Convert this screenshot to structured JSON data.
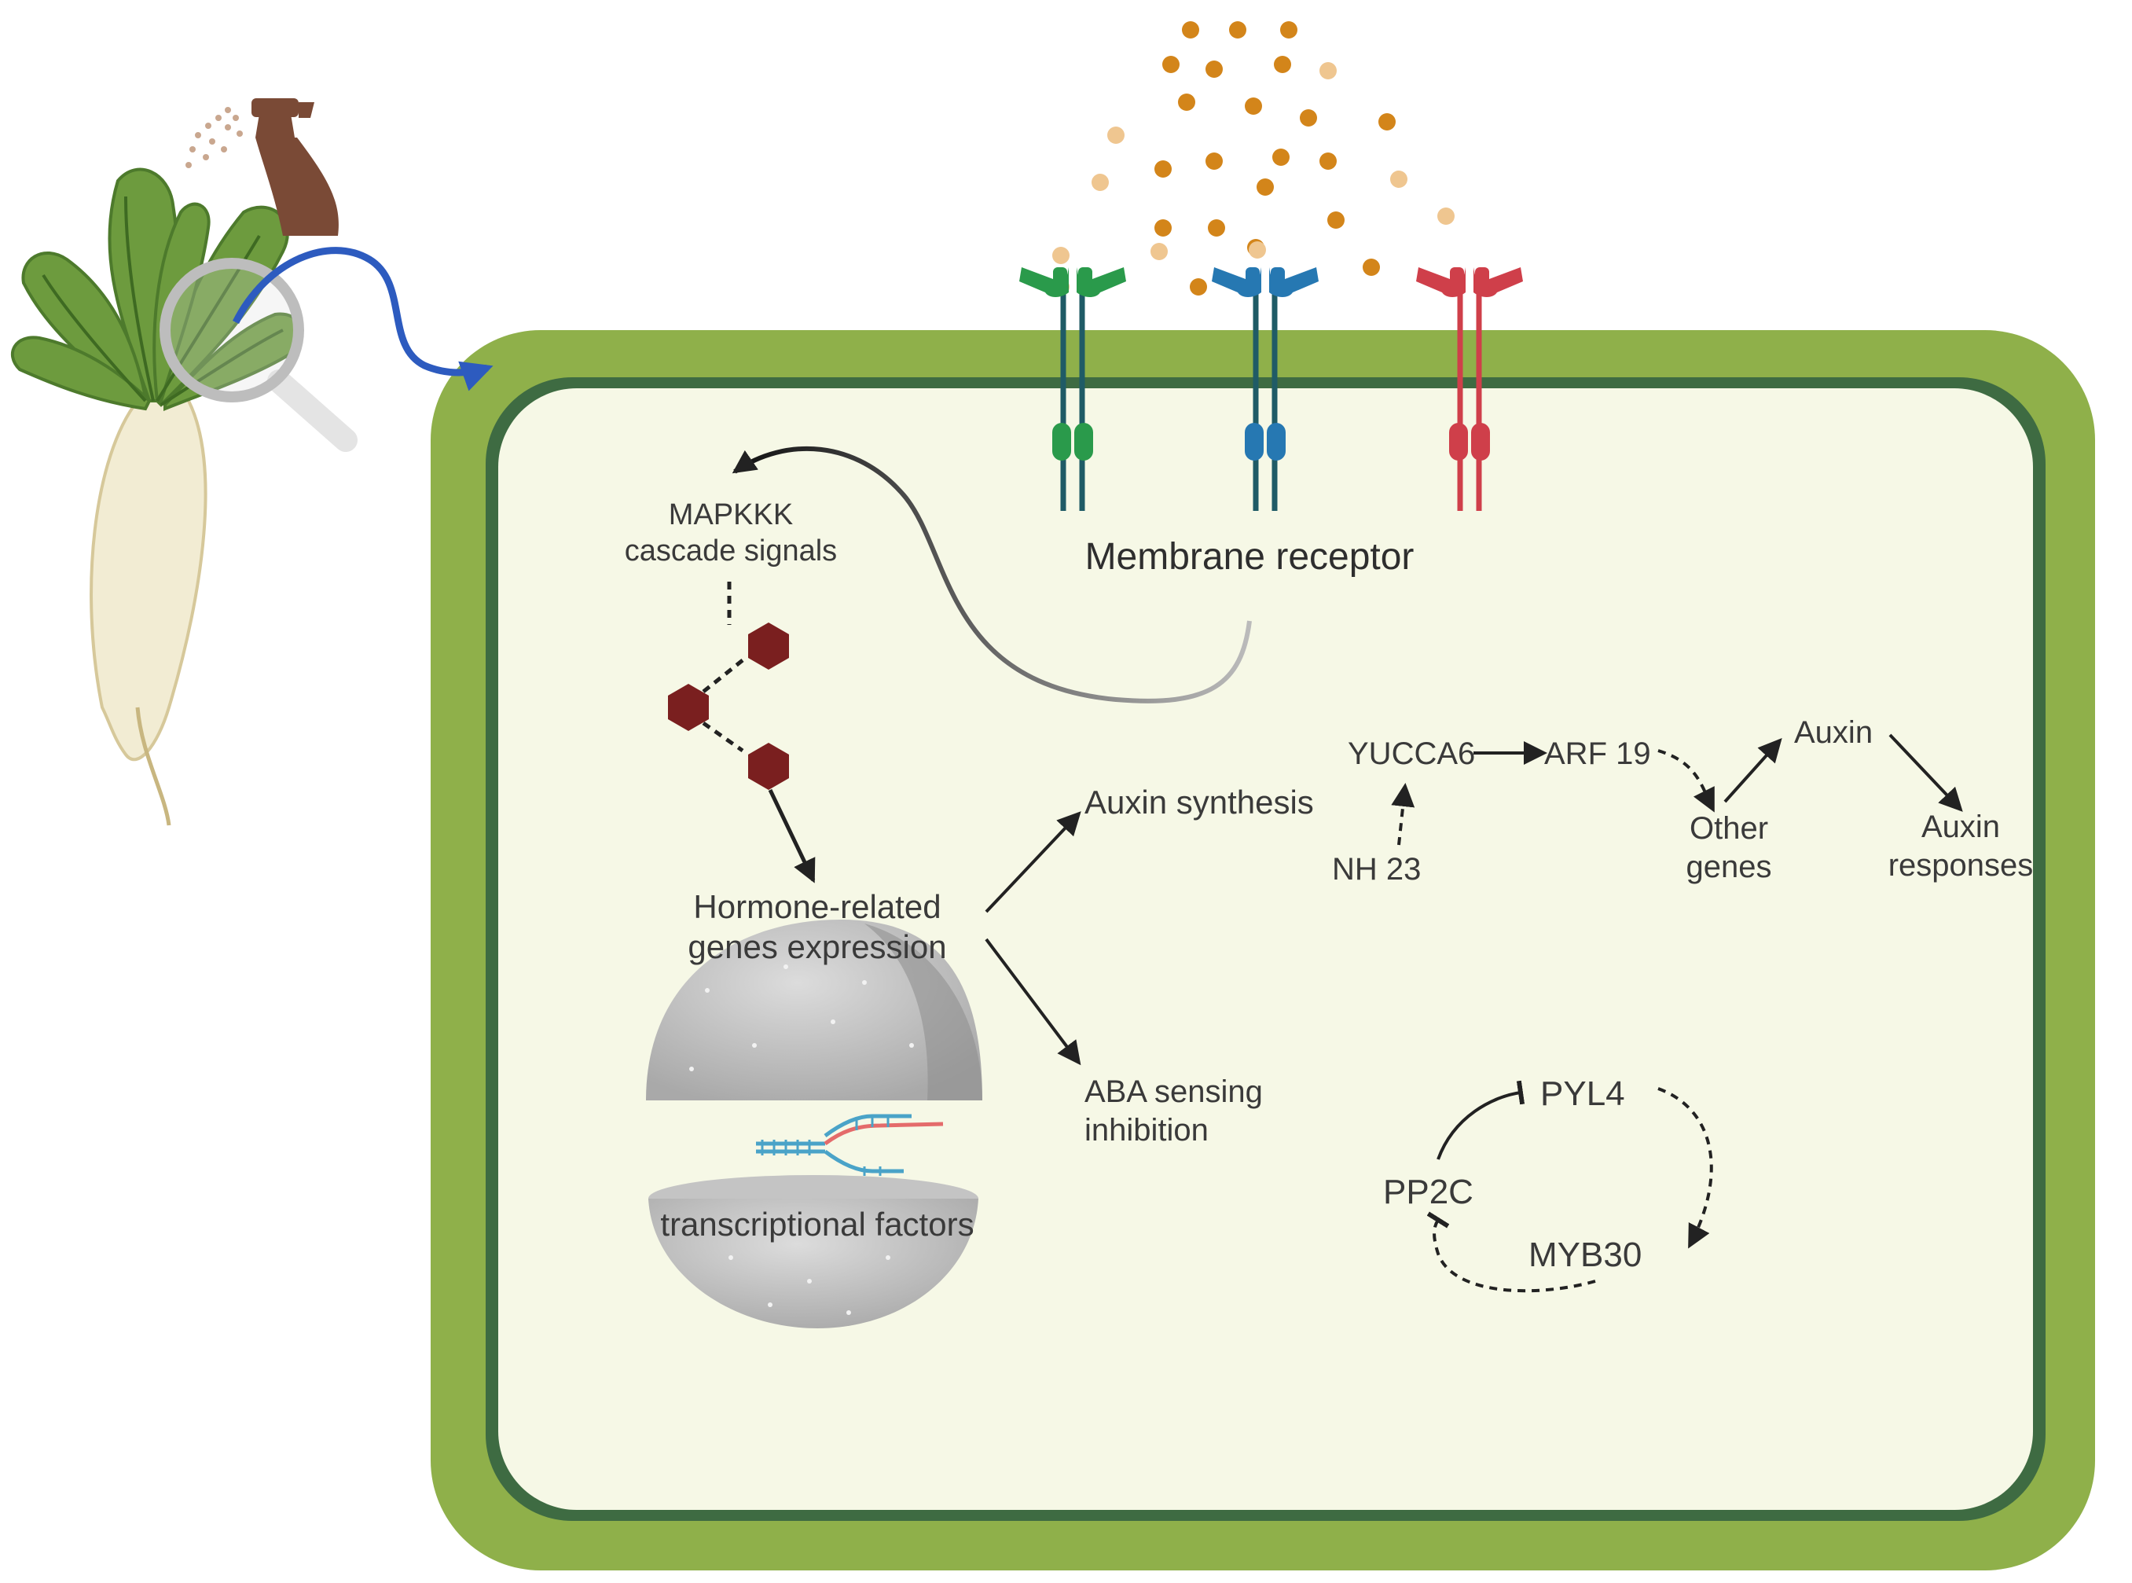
{
  "labels": {
    "membrane_receptor": "Membrane receptor",
    "mapkkk": "MAPKKK",
    "cascade_signals": "cascade signals",
    "hormone_line1": "Hormone-related",
    "hormone_line2": "genes expression",
    "transcriptional_factors": "transcriptional factors",
    "auxin_synthesis": "Auxin synthesis",
    "aba_line1": "ABA sensing",
    "aba_line2": "inhibition",
    "yucca6": "YUCCA6",
    "arf19": "ARF 19",
    "nh23": "NH 23",
    "other_line1": "Other",
    "other_line2": "genes",
    "auxin": "Auxin",
    "auxin_resp_line1": "Auxin",
    "auxin_resp_line2": "responses",
    "pyl4": "PYL4",
    "pp2c": "PP2C",
    "myb30": "MYB30"
  },
  "colors": {
    "cell_wall": "#8fb04a",
    "membrane": "#3e6b42",
    "cytoplasm": "#f6f8e6",
    "receptor_green": "#2a9a4b",
    "receptor_blue": "#2678b2",
    "receptor_red": "#cf3f4a",
    "receptor_stem": "#1f5b66",
    "particle": "#d3851a",
    "particle_light": "#efc690",
    "hexagon": "#7a1f1f",
    "arrow_blue": "#2d5bbf",
    "text": "#3a3a3a"
  },
  "icons": [
    "sugar-beet-plant-icon",
    "spray-bottle-icon",
    "magnifying-glass-icon",
    "receptor-icon",
    "nucleus-icon",
    "dna-icon",
    "hexagon-molecule-icon"
  ]
}
